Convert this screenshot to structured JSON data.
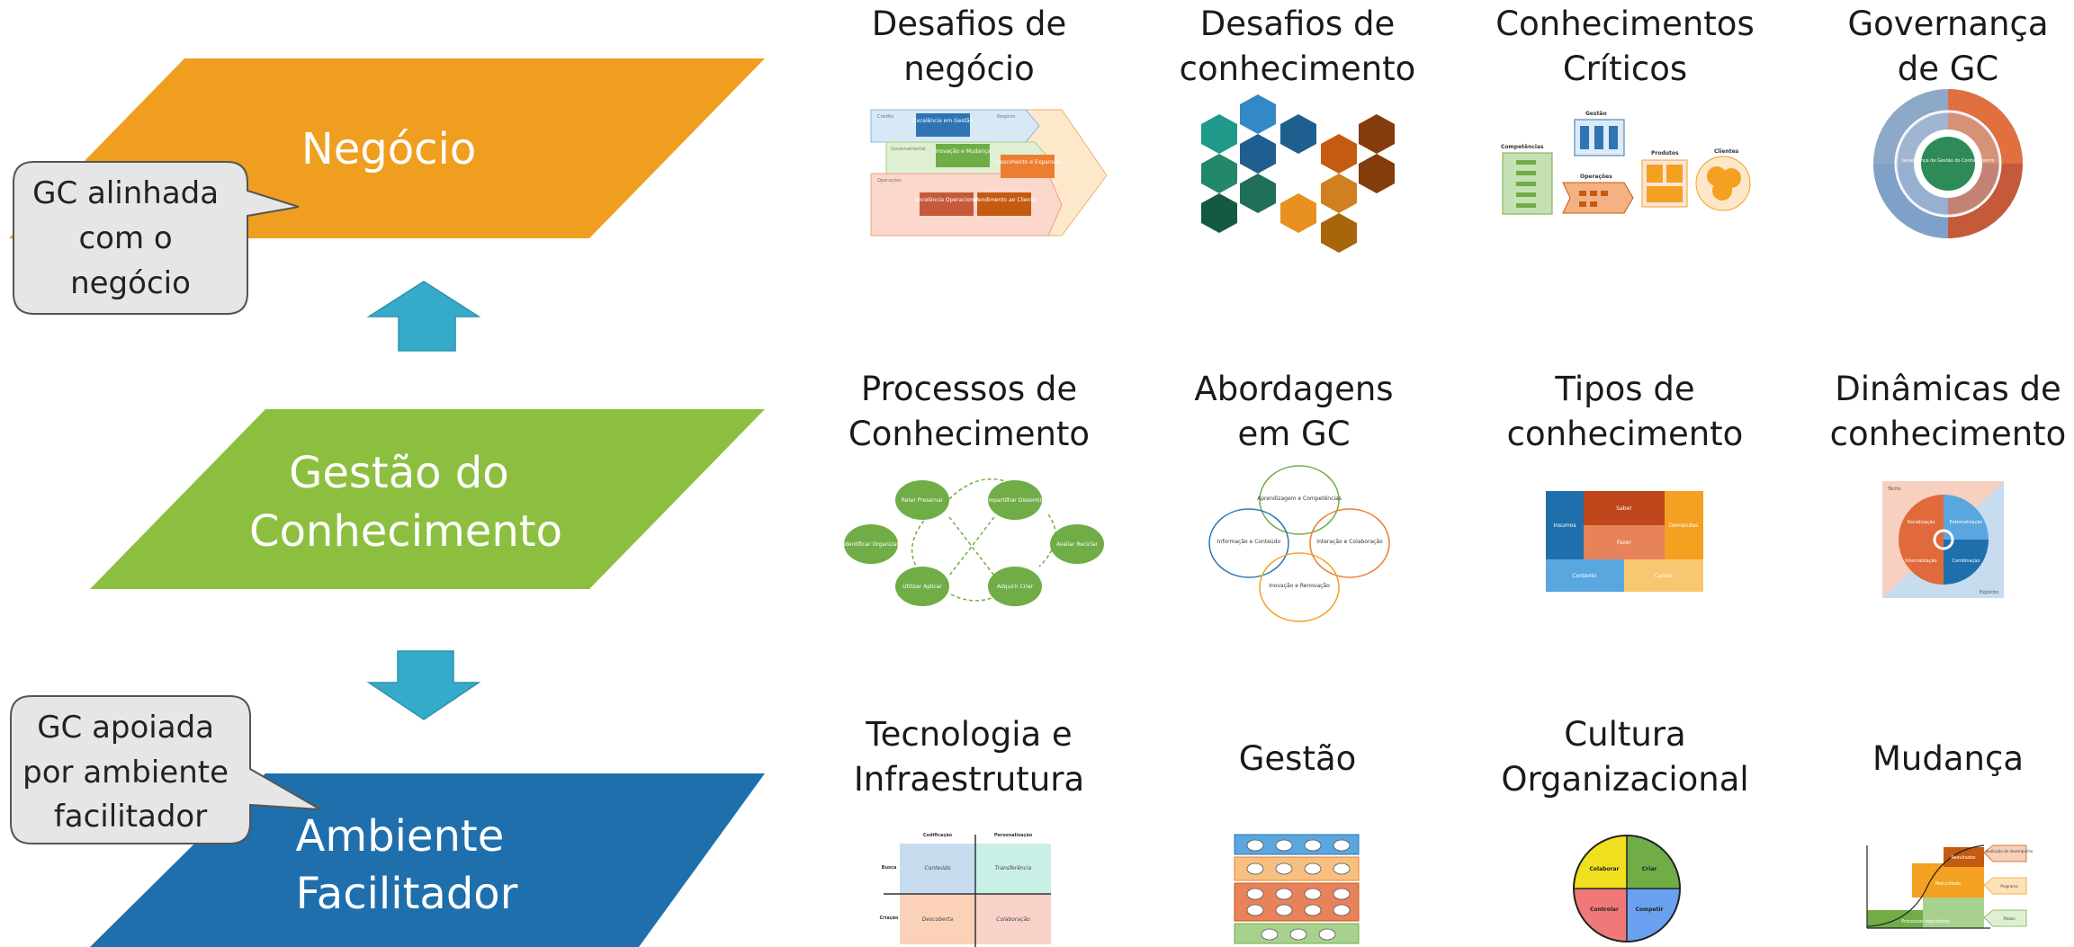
{
  "layers": [
    {
      "lines": [
        "Negócio"
      ],
      "color": "#f09e1f"
    },
    {
      "lines": [
        "Gestão do",
        "Conhecimento"
      ],
      "color": "#8cbf3f"
    },
    {
      "lines": [
        "Ambiente",
        "Facilitador"
      ],
      "color": "#1f6fad"
    }
  ],
  "arrow_color": "#36abc9",
  "callouts": [
    {
      "lines": [
        "GC alinhada",
        "com o",
        "negócio"
      ]
    },
    {
      "lines": [
        "GC apoiada",
        "por ambiente",
        "facilitador"
      ]
    }
  ],
  "tiles": [
    {
      "title": [
        "Desafios de",
        "negócio"
      ],
      "labels": [
        "Crédito",
        "Negócio",
        "Excelência em Gestão",
        "Governamental",
        "Inovação e Mudança",
        "Crescimento e Expansão",
        "Operações",
        "Excelência Operacional",
        "Atendimento ao Cliente"
      ]
    },
    {
      "title": [
        "Desafios de",
        "conhecimento"
      ],
      "labels": []
    },
    {
      "title": [
        "Conhecimentos",
        "Críticos"
      ],
      "labels": [
        "Competências",
        "Gestão",
        "Operações",
        "Produtos",
        "Clientes"
      ]
    },
    {
      "title": [
        "Governança",
        "de GC"
      ],
      "labels": [
        "Governança de Gestão do Conhecimento"
      ]
    },
    {
      "title": [
        "Processos de",
        "Conhecimento"
      ],
      "labels": [
        "Reter Preservar",
        "Compartilhar Disseminar",
        "Identificar Organizar",
        "Avaliar Reciclar",
        "Utilizar Aplicar",
        "Adquirir Criar"
      ]
    },
    {
      "title": [
        "Abordagens",
        "em GC"
      ],
      "labels": [
        "Aprendizagem e Competências",
        "Informação e Conteúdo",
        "Interação e Colaboração",
        "Inovação e Renovação"
      ]
    },
    {
      "title": [
        "Tipos de",
        "conhecimento"
      ],
      "labels": [
        "Saber",
        "Insumos",
        "Demandas",
        "Fazer",
        "Contexto",
        "Canais"
      ]
    },
    {
      "title": [
        "Dinâmicas de",
        "conhecimento"
      ],
      "labels": [
        "Tácito",
        "Socialização",
        "Externalização",
        "Internalização",
        "Combinação",
        "Explícito"
      ]
    },
    {
      "title": [
        "Tecnologia e",
        "Infraestrutura"
      ],
      "labels": [
        "Codificação",
        "Personalização",
        "Conteúdo",
        "Transferência",
        "Descoberta",
        "Colaboração",
        "Busca",
        "Criação"
      ]
    },
    {
      "title": [
        "Gestão"
      ],
      "labels": []
    },
    {
      "title": [
        "Cultura",
        "Organizacional"
      ],
      "labels": [
        "Colaborar",
        "Criar",
        "Controlar",
        "Competir"
      ]
    },
    {
      "title": [
        "Mudança"
      ],
      "labels": [
        "Resultados",
        "Avaliação de desempenho",
        "Maturidade",
        "Programa",
        "Processos seguidores",
        "Pilotos"
      ]
    }
  ]
}
